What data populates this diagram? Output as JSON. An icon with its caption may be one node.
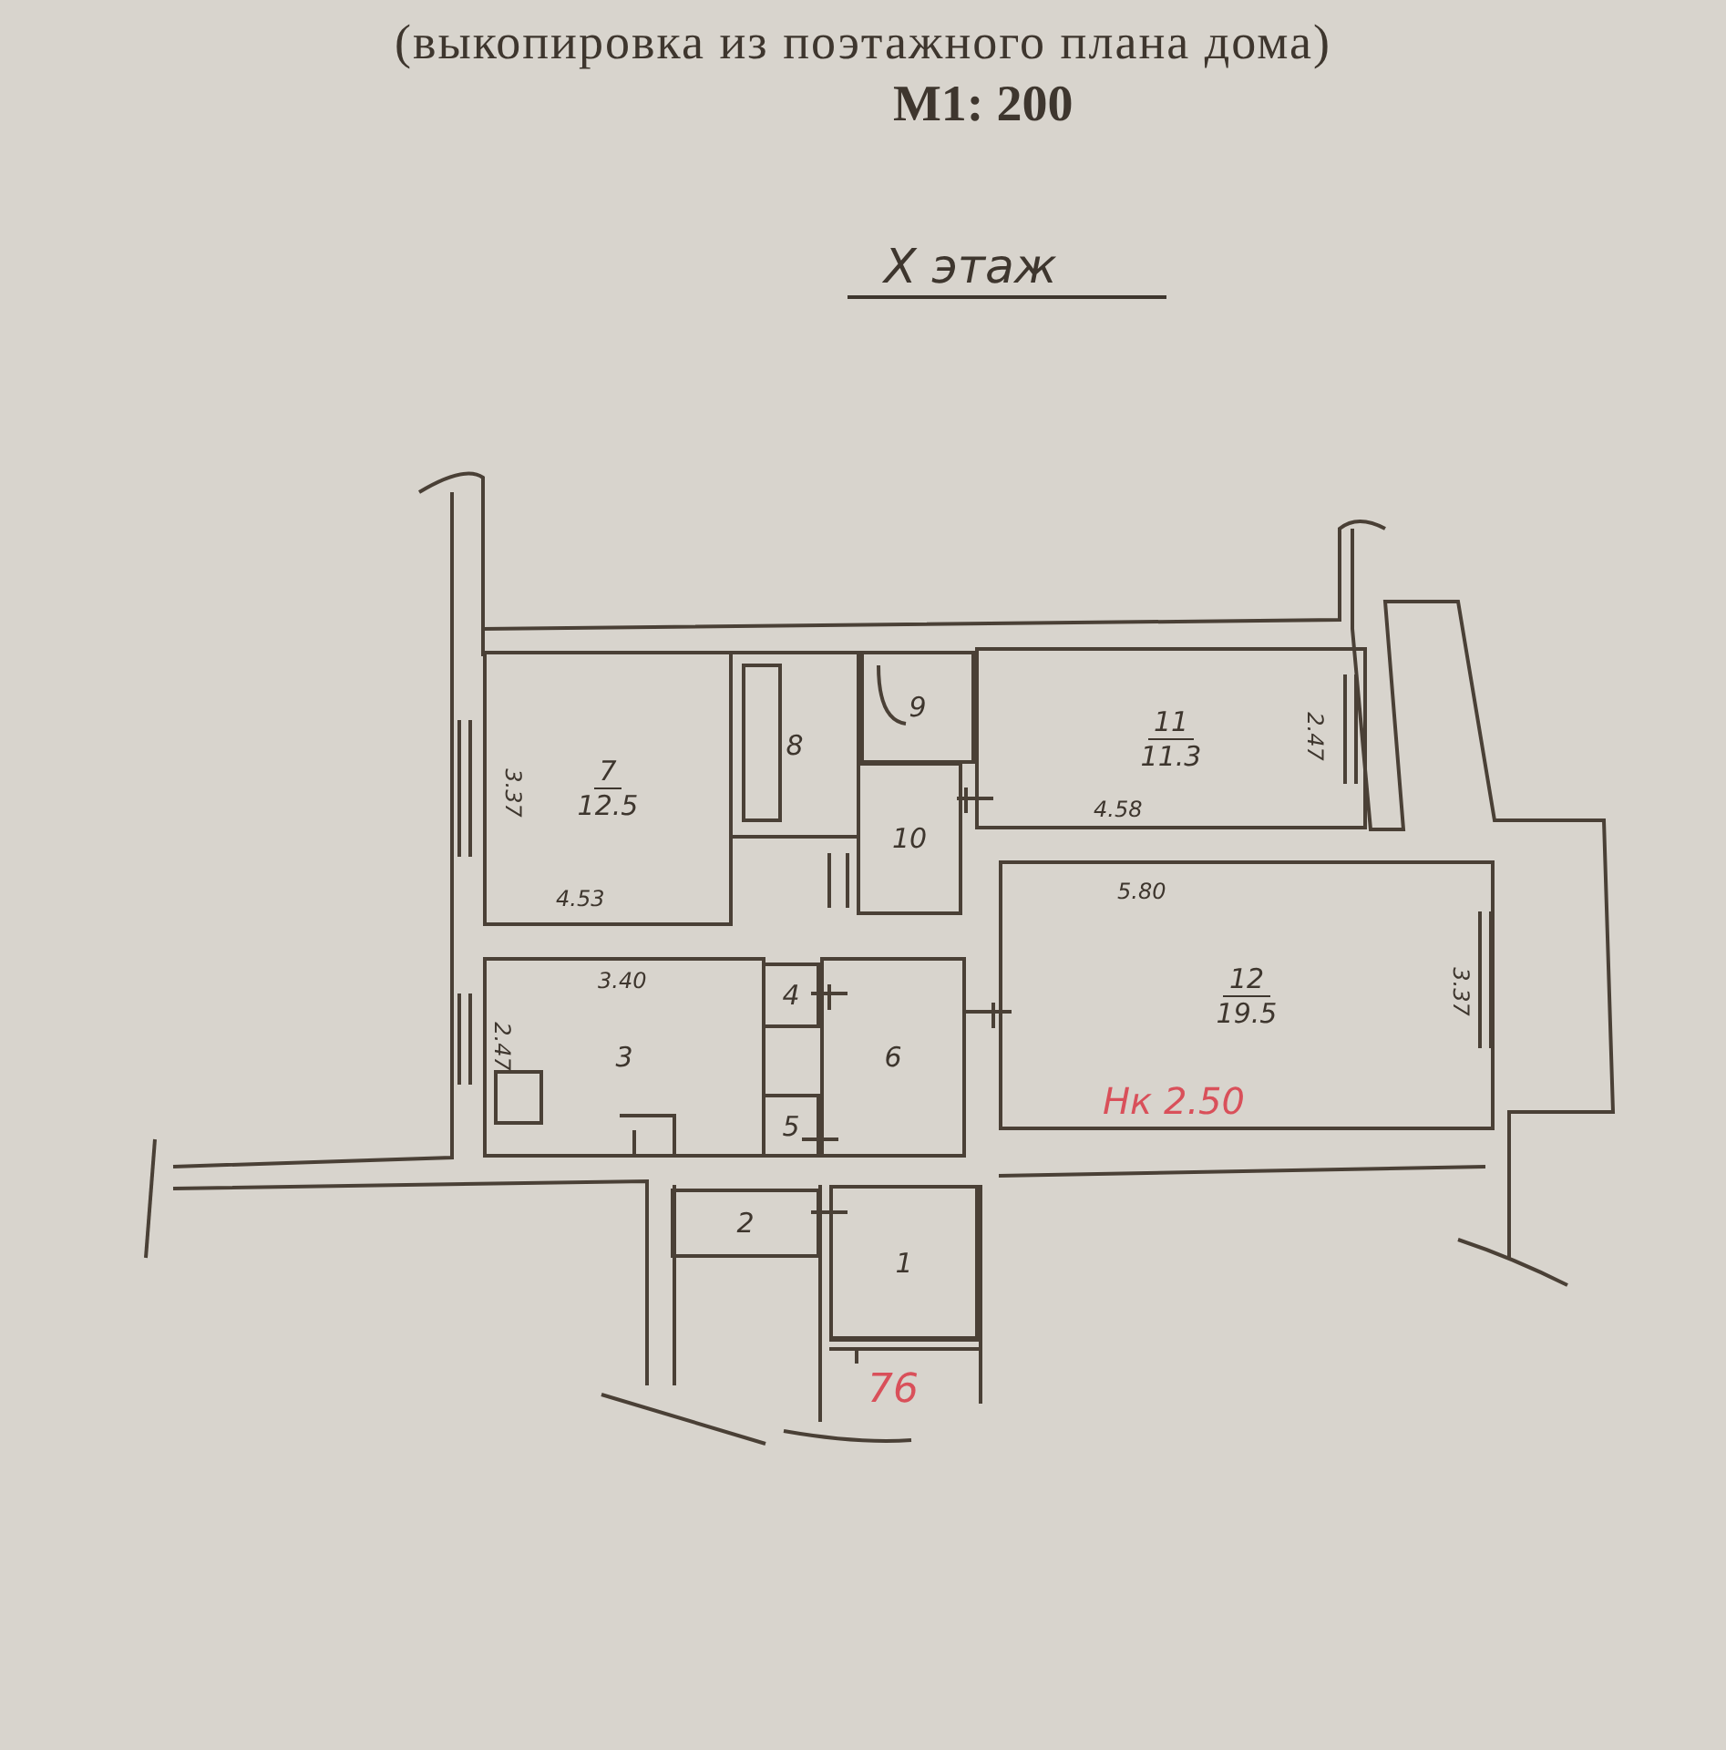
{
  "diagram": {
    "title": "(выкопировка из поэтажного плана дома)",
    "nodes": [
      {
        "text": [
          "7",
          "12.5"
        ]
      },
      {
        "text": [
          "8"
        ]
      },
      {
        "text": [
          "9"
        ]
      },
      {
        "text": [
          "11",
          "11.3"
        ]
      },
      {
        "text": [
          "10"
        ]
      },
      {
        "text": [
          "12",
          "19.5"
        ]
      },
      {
        "text": [
          "4"
        ]
      },
      {
        "text": [
          "3"
        ]
      },
      {
        "text": [
          "6"
        ]
      },
      {
        "text": [
          "5"
        ]
      },
      {
        "text": [
          "2"
        ]
      },
      {
        "text": [
          "1"
        ]
      }
    ],
    "labels": [
      "М1: 200",
      "Х этаж",
      "2.47",
      "3.37",
      "4.58",
      "5.80",
      "4.53",
      "3.40",
      "3.37",
      "2.47",
      "Нк 2.50",
      "76"
    ]
  }
}
